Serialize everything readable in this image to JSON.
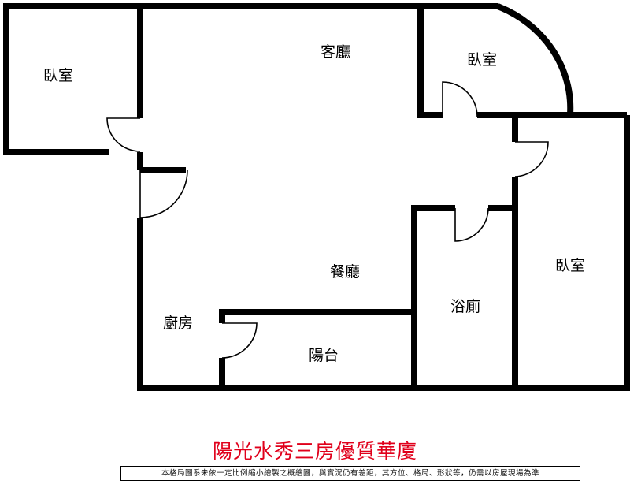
{
  "rooms": {
    "bedroom_top_left": "臥室",
    "living_room": "客廳",
    "bedroom_top_right": "臥室",
    "bedroom_right": "臥室",
    "dining_room": "餐廳",
    "bathroom": "浴廁",
    "kitchen": "廚房",
    "balcony": "陽台"
  },
  "title": {
    "text": "陽光水秀三房優質華廈",
    "color": "#e0001b"
  },
  "disclaimer": "本格局圖系未依一定比例縮小繪製之概繪圖，與實況仍有差距，其方位、格局、形狀等，仍需以房屋現場為準"
}
